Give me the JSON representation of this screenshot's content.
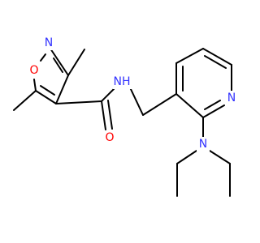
{
  "molecule": {
    "atoms": {
      "isoxazole_n": {
        "symbol": "N",
        "color": "#3333ff"
      },
      "isoxazole_o": {
        "symbol": "O",
        "color": "#ff0000"
      },
      "amide_nh": {
        "symbol": "NH",
        "color": "#3333ff"
      },
      "carbonyl_o": {
        "symbol": "O",
        "color": "#ff0000"
      },
      "pyridine_n": {
        "symbol": "N",
        "color": "#3333ff"
      },
      "amine_n": {
        "symbol": "N",
        "color": "#3333ff"
      }
    },
    "bond_color": "#000000"
  }
}
